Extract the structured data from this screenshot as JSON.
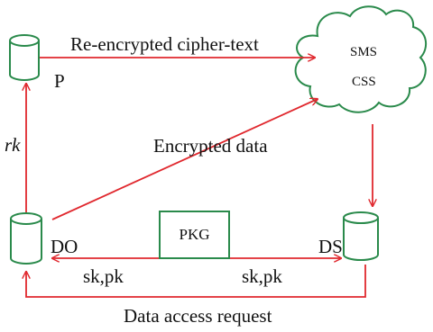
{
  "nodes": {
    "p": "P",
    "do": "DO",
    "ds": "DS",
    "pkg": "PKG",
    "cloud_line1": "SMS",
    "cloud_line2": "CSS"
  },
  "edges": {
    "p_to_cloud": "Re-encrypted cipher-text",
    "do_to_cloud": "Encrypted data",
    "do_to_p": "rk",
    "pkg_to_do": "sk,pk",
    "pkg_to_ds": "sk,pk",
    "ds_to_do": "Data access request"
  },
  "colors": {
    "arrow": "#e0282e",
    "cylinder": "#2a8a4b",
    "cloud": "#2a8a4b"
  }
}
